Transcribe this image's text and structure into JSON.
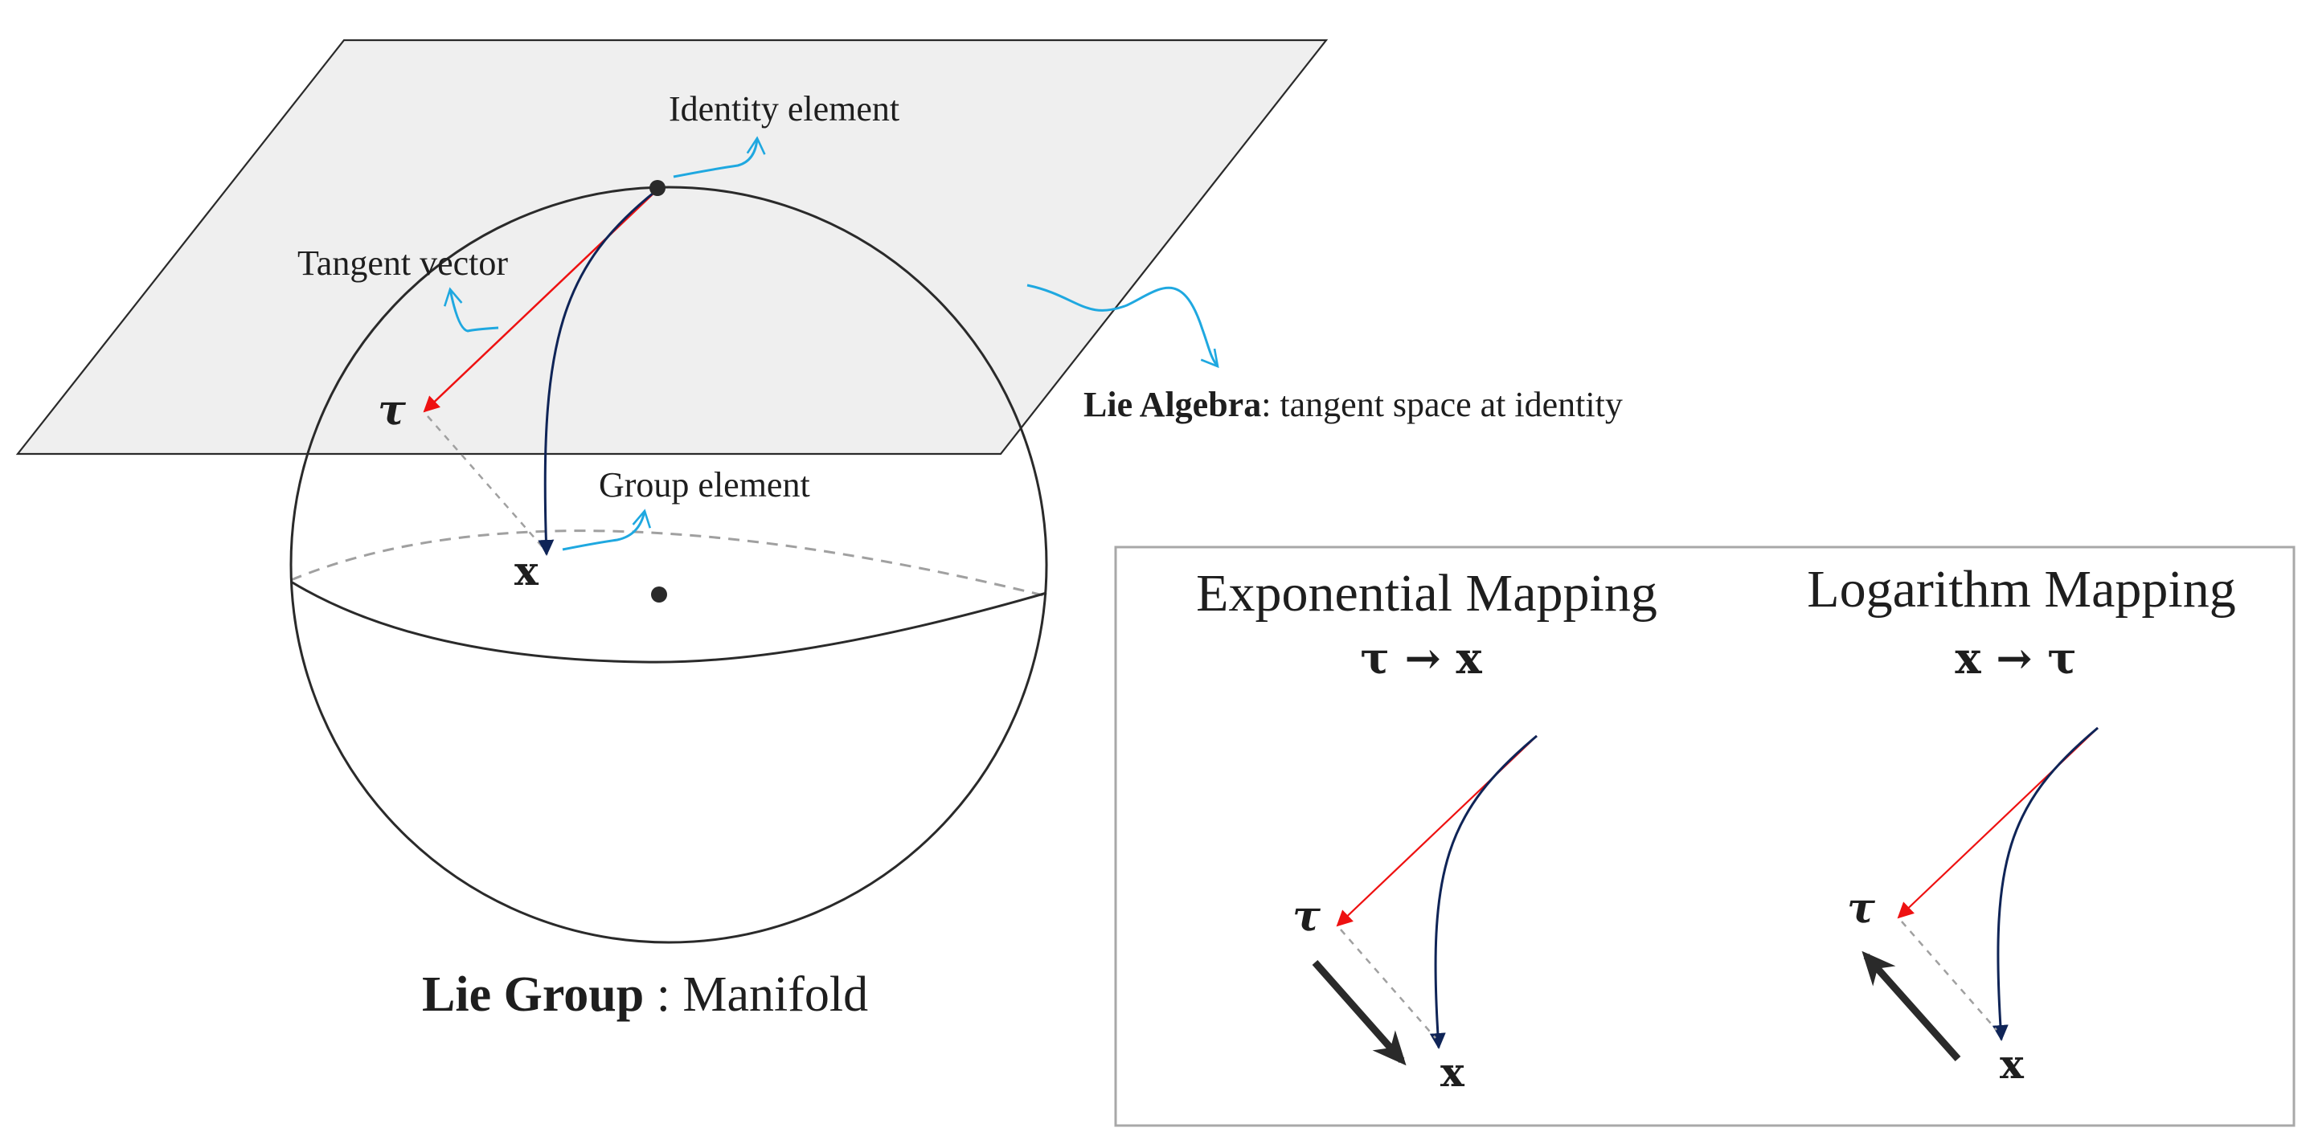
{
  "colors": {
    "plane_fill": "#efefef",
    "outline": "#2a2a2a",
    "tangent_arrow": "#ee1111",
    "mapping_curve": "#0f2457",
    "annotation": "#1fa8e0",
    "dashed": "#a0a0a0",
    "box_border": "#a8a8a8"
  },
  "labels": {
    "identity_element": "Identity element",
    "tangent_vector": "Tangent vector",
    "group_element": "Group element",
    "lie_algebra_bold": "Lie Algebra",
    "lie_algebra_rest": ": tangent space at identity",
    "lie_group_bold": "Lie Group",
    "lie_group_rest": " : Manifold",
    "tau": "τ",
    "x": "x"
  },
  "panel": {
    "exp_title": "Exponential Mapping",
    "exp_formula": "τ → x",
    "log_title": "Logarithm Mapping",
    "log_formula": "x → τ"
  }
}
